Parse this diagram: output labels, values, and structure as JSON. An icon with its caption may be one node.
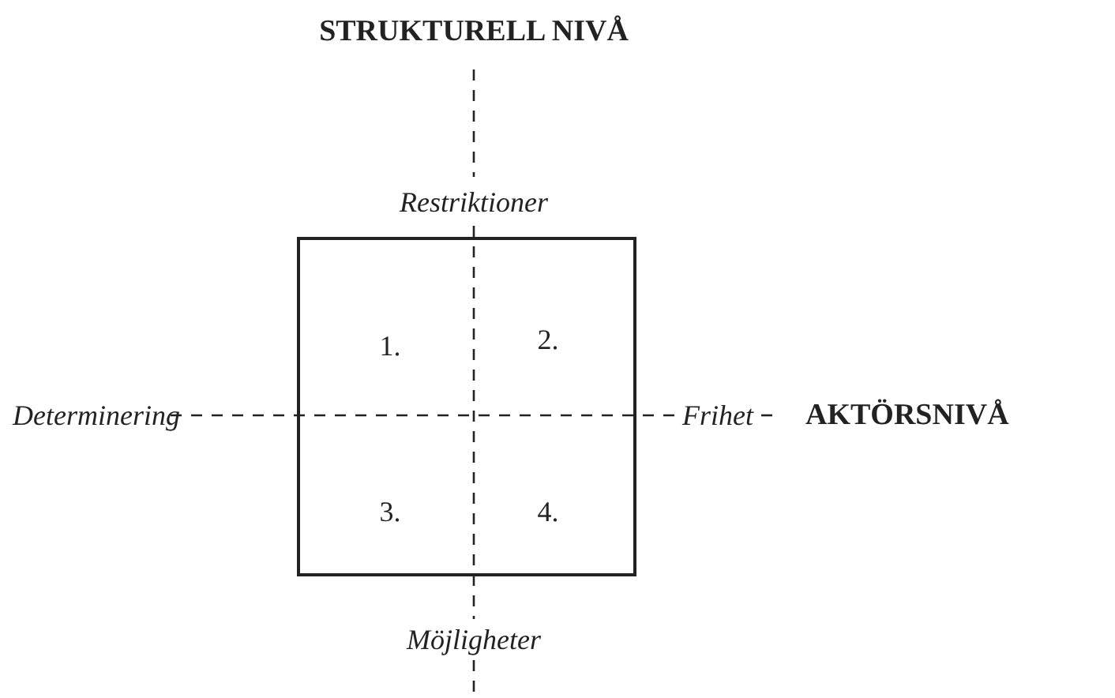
{
  "diagram": {
    "nodes": [
      {
        "text": [
          "1.",
          "2.",
          "3.",
          "4."
        ]
      }
    ],
    "edges": [],
    "labels": [
      "STRUKTURELL NIVÅ",
      "Restriktioner",
      "Determinering",
      "Frihet",
      "AKTÖRSNIVÅ",
      "Möjligheter"
    ]
  }
}
